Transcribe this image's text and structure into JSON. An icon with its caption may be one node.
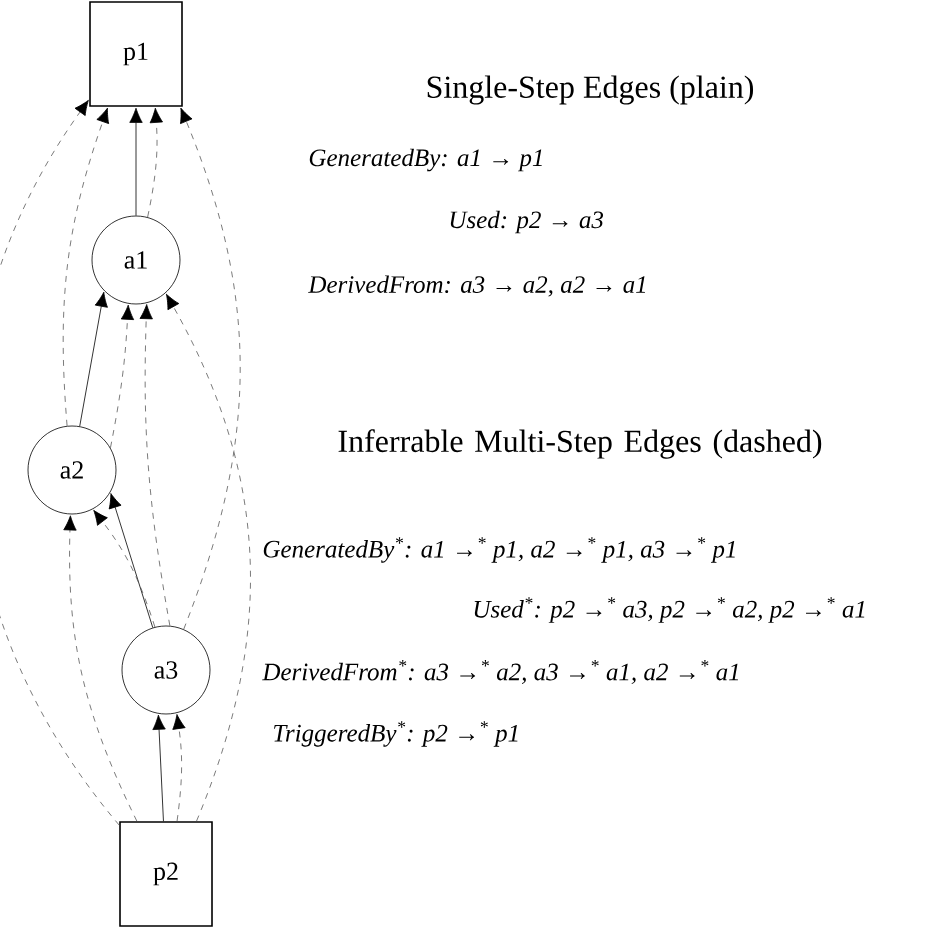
{
  "diagram": {
    "nodes": [
      {
        "text": [
          "p1"
        ]
      },
      {
        "text": [
          "a1"
        ]
      },
      {
        "text": [
          "a2"
        ]
      },
      {
        "text": [
          "a3"
        ]
      },
      {
        "text": [
          "p2"
        ]
      }
    ],
    "edges": [
      {
        "from": 1,
        "to": 0,
        "arrow": "to"
      },
      {
        "from": 2,
        "to": 1,
        "arrow": "to"
      },
      {
        "from": 3,
        "to": 2,
        "arrow": "to"
      },
      {
        "from": 4,
        "to": 3,
        "arrow": "to"
      },
      {
        "from": 1,
        "to": 0,
        "arrow": "to",
        "style": "dashed"
      },
      {
        "from": 2,
        "to": 0,
        "arrow": "to",
        "style": "dashed"
      },
      {
        "from": 3,
        "to": 0,
        "arrow": "to",
        "style": "dashed"
      },
      {
        "from": 4,
        "to": 0,
        "arrow": "to",
        "style": "dashed"
      },
      {
        "from": 4,
        "to": 3,
        "arrow": "to",
        "style": "dashed"
      },
      {
        "from": 4,
        "to": 2,
        "arrow": "to",
        "style": "dashed"
      },
      {
        "from": 4,
        "to": 1,
        "arrow": "to",
        "style": "dashed"
      },
      {
        "from": 3,
        "to": 2,
        "arrow": "to",
        "style": "dashed"
      },
      {
        "from": 3,
        "to": 1,
        "arrow": "to",
        "style": "dashed"
      },
      {
        "from": 2,
        "to": 1,
        "arrow": "to",
        "style": "dashed"
      }
    ],
    "labels": [
      "Single-Step Edges (plain)",
      "GeneratedBy: a1 → p1",
      "Used: p2 → a3",
      "DerivedFrom: a3 → a2, a2 → a1",
      "Inferrable Multi-Step Edges (dashed)",
      "GeneratedBy$^{*}$: a1 →$^{*}$ p1, a2 →$^{*}$ p1, a3 →$^{*}$ p1",
      "Used$^{*}$: p2 →$^{*}$ a3, p2 →$^{*}$ a2, p2 →$^{*}$ a1",
      "DerivedFrom$^{*}$: a3 →$^{*}$ a2, a3 →$^{*}$ a1, a2 →$^{*}$ a1",
      "TriggeredBy$^{*}$: p2 →$^{*}$ p1"
    ]
  }
}
